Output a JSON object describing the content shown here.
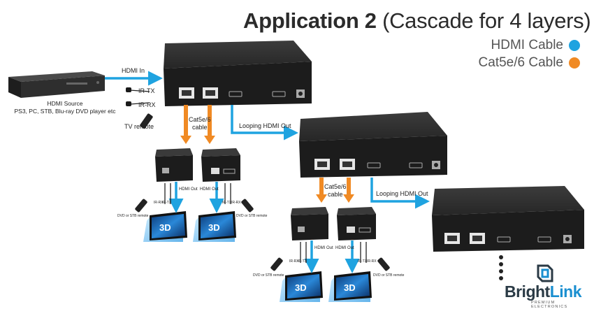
{
  "title": {
    "bold": "Application 2",
    "rest": "(Cascade for 4 layers)"
  },
  "legend": [
    {
      "label": "HDMI Cable",
      "color": "#1fa3e0"
    },
    {
      "label": "Cat5e/6 Cable",
      "color": "#f08a24"
    }
  ],
  "labels": {
    "hdmi_in": "HDMI In",
    "ir_tx": "IR-TX",
    "ir_rx": "IR-RX",
    "tv_remote": "TV remote",
    "source_line1": "HDMI Source",
    "source_line2": "PS3, PC, STB, Blu-ray DVD player etc",
    "cat_cable_1": "Cat5e/6",
    "cat_cable_2": "cable",
    "looping_out": "Looping HDMI Out",
    "hdmi_out": "HDMI Out",
    "ir_rx_sm": "IR-RX",
    "ir_tx_sm": "IR-TX",
    "dvd_remote": "DVD or STB remote",
    "tv_3d": "3D"
  },
  "brand": {
    "name_a": "Bright",
    "name_b": "Link",
    "tagline": "PREMIUM ELECTRONICS"
  }
}
